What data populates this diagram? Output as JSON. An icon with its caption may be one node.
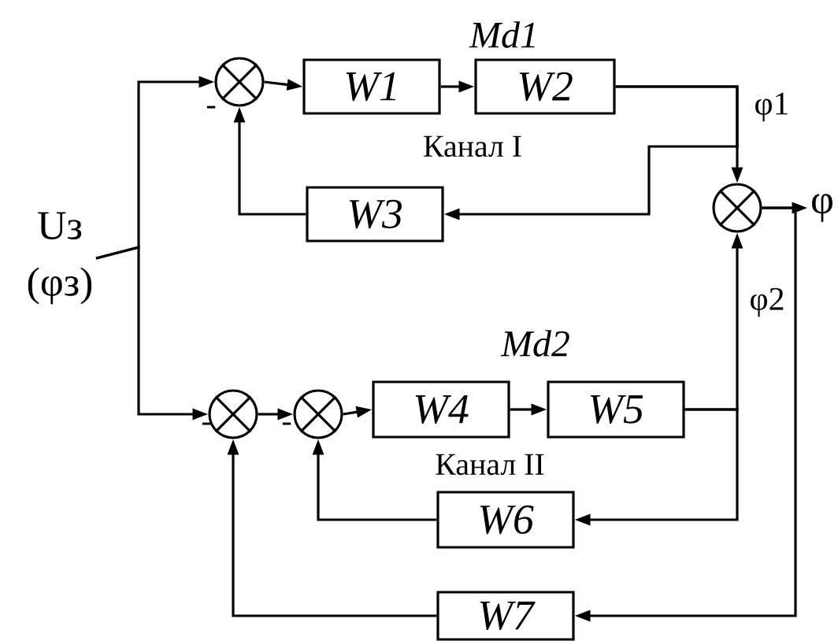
{
  "diagram": {
    "nodes": [
      {
        "text": [
          "Uз",
          "(φз)"
        ]
      },
      {
        "text": [],
        "shape": "circle"
      },
      {
        "text": [
          "W1"
        ]
      },
      {
        "text": [
          "W2"
        ]
      },
      {
        "text": [
          "W3"
        ]
      },
      {
        "text": [],
        "shape": "circle"
      },
      {
        "text": [
          "φ"
        ]
      },
      {
        "text": [],
        "shape": "circle"
      },
      {
        "text": [],
        "shape": "circle"
      },
      {
        "text": [
          "W4"
        ]
      },
      {
        "text": [
          "W5"
        ]
      },
      {
        "text": [
          "W6"
        ]
      },
      {
        "text": [
          "W7"
        ]
      }
    ],
    "edges": [
      {
        "from": 0,
        "to": 1,
        "arrow": "to"
      },
      {
        "from": 0,
        "to": 7,
        "arrow": "to"
      },
      {
        "from": 1,
        "to": 2,
        "arrow": "to"
      },
      {
        "from": 2,
        "to": 3,
        "arrow": "to"
      },
      {
        "from": 3,
        "to": 5,
        "arrow": "to",
        "label": "φ1"
      },
      {
        "from": 3,
        "to": 4,
        "arrow": "to"
      },
      {
        "from": 4,
        "to": 1,
        "arrow": "to"
      },
      {
        "from": 7,
        "to": 8,
        "arrow": "to"
      },
      {
        "from": 8,
        "to": 9,
        "arrow": "to"
      },
      {
        "from": 9,
        "to": 10,
        "arrow": "to"
      },
      {
        "from": 10,
        "to": 5,
        "arrow": "to",
        "label": "φ2"
      },
      {
        "from": 10,
        "to": 11,
        "arrow": "to"
      },
      {
        "from": 11,
        "to": 8,
        "arrow": "to"
      },
      {
        "from": 5,
        "to": 6,
        "arrow": "to"
      },
      {
        "from": 5,
        "to": 12,
        "arrow": "to"
      },
      {
        "from": 12,
        "to": 7,
        "arrow": "to"
      }
    ],
    "labels": [
      "Md1",
      "-",
      "Канал I",
      "Md2",
      "-",
      "-",
      "Канал II"
    ]
  }
}
